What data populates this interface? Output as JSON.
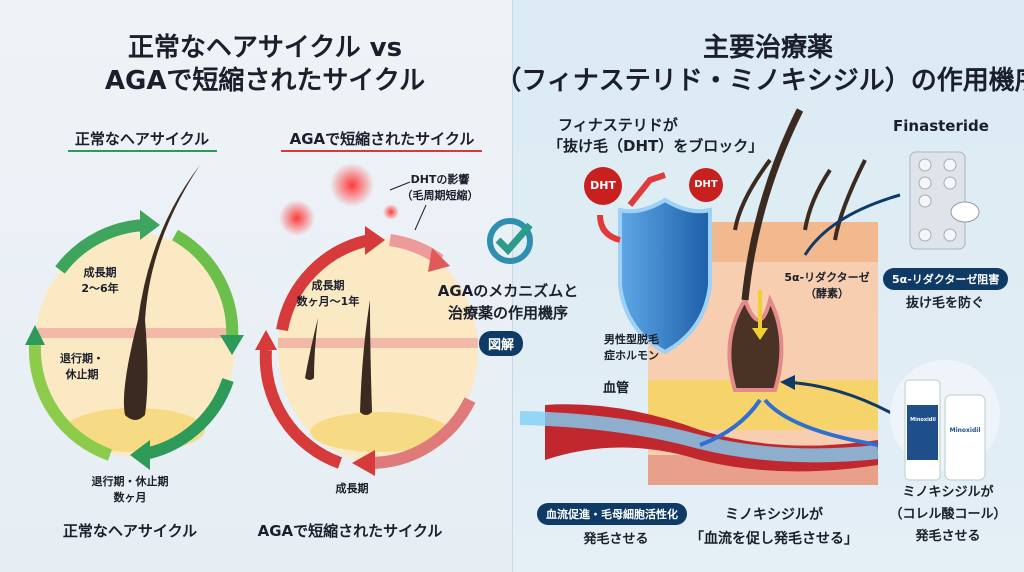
{
  "left": {
    "title_line1": "正常なヘアサイクル vs",
    "title_line2": "AGAで短縮されたサイクル",
    "normal": {
      "heading": "正常なヘアサイクル",
      "growth": "成長期",
      "growth_duration": "2〜6年",
      "regression_a": "退行期・",
      "regression_b": "休止期",
      "rest": "退行期・休止期",
      "rest_duration": "数ヶ月",
      "caption": "正常なヘアサイクル",
      "color": "#2e9a5a"
    },
    "aga": {
      "heading": "AGAで短縮されたサイクル",
      "dht_effect": "DHTの影響",
      "dht_effect_note": "（毛周期短縮）",
      "growth": "成長期",
      "growth_duration": "数ヶ月〜1年",
      "growth_bottom": "成長期",
      "caption": "AGAで短縮されたサイクル",
      "color": "#d63a3a"
    }
  },
  "center": {
    "line1": "AGAのメカニズムと",
    "line2": "治療薬の作用機序",
    "badge": "図解",
    "icon": "check-circle-icon"
  },
  "right": {
    "title_line1": "主要治療薬",
    "title_line2": "（フィナステリド・ミノキシジル）の作用機序",
    "finasteride_line1": "フィナステリドが",
    "finasteride_line2": "「抜け毛（DHT）をブロック」",
    "dht1": "DHT",
    "dht2": "DHT",
    "finasteride_label": "Finasteride",
    "enzyme": "5α-リダクターゼ",
    "enzyme_note": "（酵素）",
    "inhibit_badge": "5α-リダクターゼ阻害",
    "prevent": "抜け毛を防ぐ",
    "hormone_line1": "男性型脱毛",
    "hormone_line2": "症ホルモン",
    "vessel": "血管",
    "flow_badge": "血流促進・毛母細胞活性化",
    "grow": "発毛させる",
    "minoxidil_line1": "ミノキシジルが",
    "minoxidil_line2": "「血流を促し発毛させる」",
    "bottle1": "Minoxidil",
    "bottle2": "Minoxidil",
    "side_line1": "ミノキシジルが",
    "side_line2": "（コレル酸コール）",
    "side_line3": "発毛させる",
    "accent": "#0f3a66"
  }
}
